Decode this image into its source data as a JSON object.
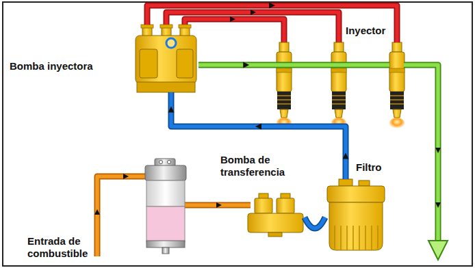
{
  "diagram": {
    "nodes": [
      {
        "text": [
          "Bomba inyectora"
        ]
      },
      {
        "text": [
          "Inyector"
        ]
      },
      {
        "text": [
          "Bomba de transferencia"
        ]
      },
      {
        "text": [
          "Filtro"
        ]
      }
    ],
    "edges": [
      {
        "from": 0,
        "to": 1,
        "arrow": "to"
      },
      {
        "from": 2,
        "to": 3,
        "arrow": "none"
      },
      {
        "from": 3,
        "to": 0,
        "arrow": "to"
      },
      {
        "from": 0,
        "to": 1,
        "arrow": "to"
      }
    ],
    "labels": [
      "Entrada de combustible"
    ]
  }
}
